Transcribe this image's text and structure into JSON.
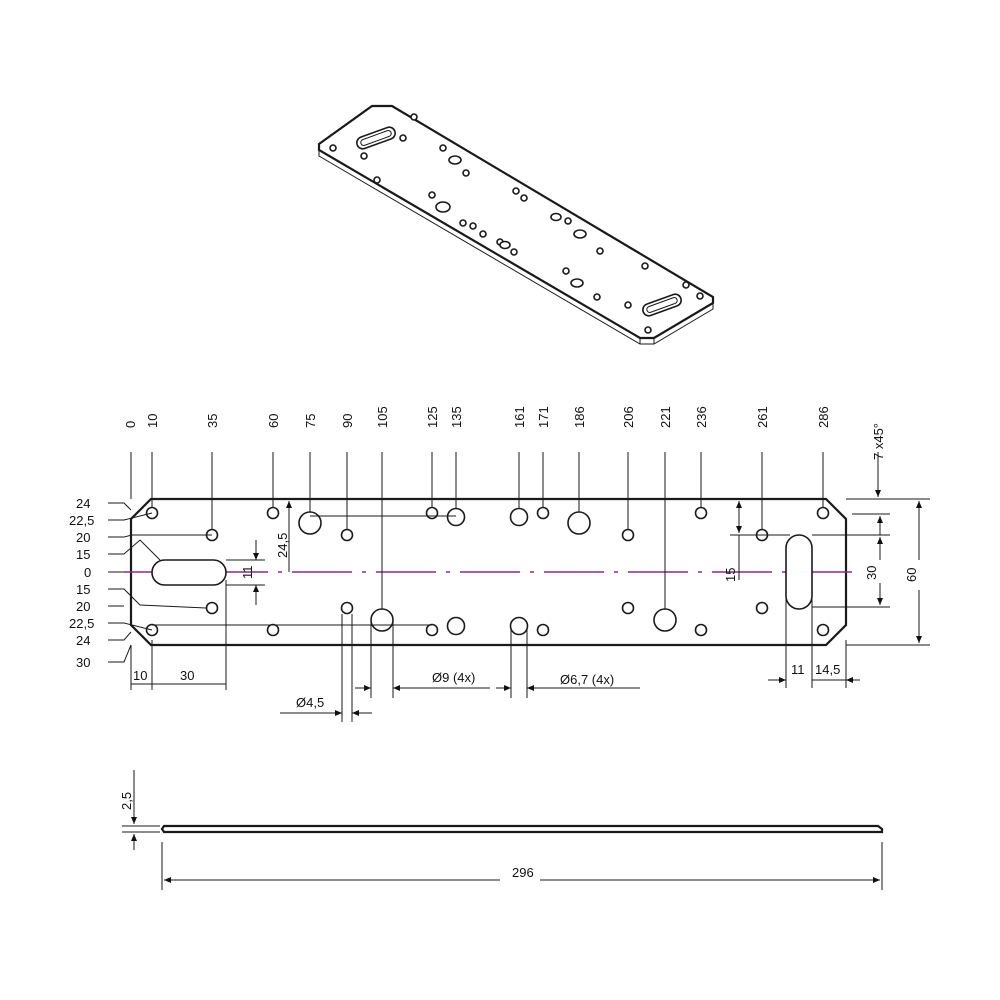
{
  "drawing": {
    "top_positions": [
      "0",
      "10",
      "35",
      "60",
      "75",
      "90",
      "105",
      "125",
      "135",
      "161",
      "171",
      "186",
      "206",
      "221",
      "236",
      "261",
      "286"
    ],
    "chamfer": "7 x45°",
    "left_labels": [
      "24",
      "22,5",
      "20",
      "15",
      "0",
      "15",
      "20",
      "22,5",
      "24",
      "30"
    ],
    "dims": {
      "d_10": "10",
      "d_30": "30",
      "d_11_slot": "11",
      "d_24_5": "24,5",
      "d_15": "15",
      "d_30_right": "30",
      "d_60": "60",
      "d_11_right": "11",
      "d_14_5": "14,5",
      "d_2_5": "2,5",
      "d_296": "296"
    },
    "callouts": {
      "phi_4_5": "Ø4,5",
      "phi_9": "Ø9  (4x)",
      "phi_6_7": "Ø6,7  (4x)"
    }
  }
}
